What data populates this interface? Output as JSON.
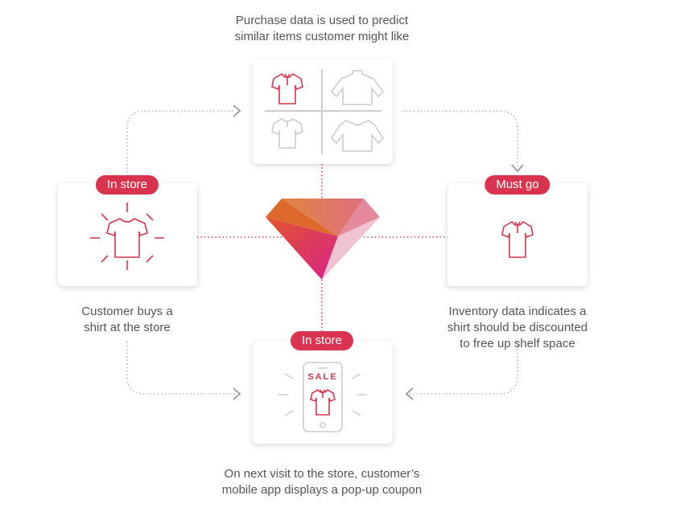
{
  "captions": {
    "top": [
      "Purchase data is used to predict",
      "similar items customer might like"
    ],
    "left": [
      "Customer buys a",
      "shirt at the store"
    ],
    "right": [
      "Inventory data indicates a",
      "shirt should be discounted",
      "to free up shelf space"
    ],
    "bottom": [
      "On next visit to the store, customer’s",
      "mobile app displays a pop-up coupon"
    ]
  },
  "badges": {
    "left": "In store",
    "right": "Must go",
    "bottom": "In store"
  },
  "phone": {
    "sale_label": "SALE"
  },
  "colors": {
    "accent": "#d8344f",
    "gray": "#cccccc",
    "connector": "#b8b8b8"
  }
}
